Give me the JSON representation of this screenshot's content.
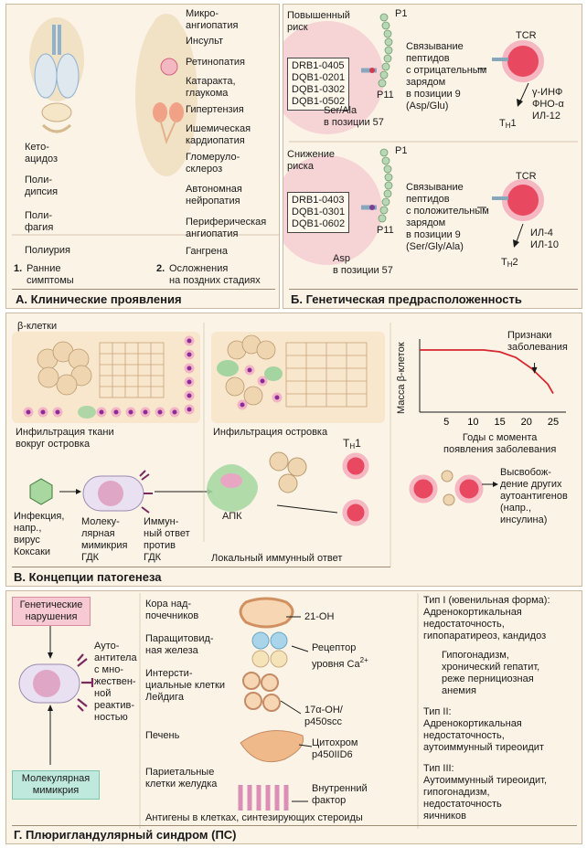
{
  "panelA": {
    "caption": "А. Клинические проявления",
    "early": [
      "Кето-\nацидоз",
      "Поли-\nдипсия",
      "Поли-\nфагия",
      "Полиурия"
    ],
    "late": [
      "Микро-\nангиопатия",
      "Инсульт",
      "Ретинопатия",
      "Катаракта,\nглаукома",
      "Гипертензия",
      "Ишемическая\nкардиопатия",
      "Гломеруло-\nсклероз",
      "Автономная\nнейропатия",
      "Периферическая\nангиопатия",
      "Гангрена"
    ],
    "note1_num": "1.",
    "note1": "Ранние\nсимптомы",
    "note2_num": "2.",
    "note2": "Осложнения\nна поздних стадиях"
  },
  "panelB": {
    "caption": "Б. Генетическая предрасположенность",
    "top": {
      "risk": "Повышенный\nриск",
      "alleles": "DRB1-0405\nDQB1-0201\nDQB1-0302\nDQB1-0502",
      "p1": "P1",
      "p11": "P11",
      "residue": "Ser/Ala\nв позиции 57",
      "binding": "Связывание\nпептидов\nс отрицательным\nзарядом\nв позиции 9\n(Asp/Glu)",
      "tcr": "TCR",
      "cytokines": "γ-ИНФ\nФНО-α\nИЛ-12",
      "th_main": "T",
      "th_sub": "H",
      "th_num": "1"
    },
    "bottom": {
      "risk": "Снижение\nриска",
      "alleles": "DRB1-0403\nDQB1-0301\nDQB1-0602",
      "p1": "P1",
      "p11": "P11",
      "residue": "Asp\nв позиции 57",
      "binding": "Связывание\nпептидов\nс положительным\nзарядом\nв позиции 9\n(Ser/Gly/Ala)",
      "tcr": "TCR",
      "cytokines": "ИЛ-4\nИЛ-10",
      "th_main": "T",
      "th_sub": "H",
      "th_num": "2"
    }
  },
  "panelC": {
    "caption": "В. Концепции патогенеза",
    "beta": "β-клетки",
    "infil1": "Инфильтрация ткани\nвокруг островка",
    "infil2": "Инфильтрация островка",
    "infection": "Инфекция,\nнапр.,\nвирус\nКоксаки",
    "mimicry": "Молеку-\nлярная\nмимикрия\nГДК",
    "immune": "Иммун-\nный ответ\nпротив\nГДК",
    "apc": "АПК",
    "th_main": "T",
    "th_sub": "H",
    "th_num": "1",
    "local": "Локальный иммунный ответ",
    "release": "Высвобож-\nдение других\nаутоантигенов\n(напр.,\nинсулина)"
  },
  "chart_data": {
    "type": "line",
    "title": "",
    "xlabel": "Годы с момента\nпоявления заболевания",
    "ylabel": "Масса β-клеток",
    "x_ticks": [
      5,
      10,
      15,
      20,
      25
    ],
    "xlim": [
      0,
      25
    ],
    "series": [
      {
        "x": [
          0,
          12,
          15,
          18,
          21,
          24,
          25
        ],
        "y": [
          100,
          100,
          97,
          88,
          70,
          45,
          30
        ]
      }
    ],
    "annotation": "Признаки\nзаболевания"
  },
  "panelD": {
    "caption": "Г. Плюригландулярный синдром (ПС)",
    "genetic": "Генетические\nнарушения",
    "molecular": "Молекулярная\nмимикрия",
    "autoab": "Ауто-\nантитела\nс мно-\nжествен-\nной\nреактив-\nностью",
    "organs": [
      "Кора над-\nпочечников",
      "Паращитовид-\nная железа",
      "Интерсти-\nциальные клетки\nЛейдига",
      "Печень",
      "Париетальные\nклетки желудка"
    ],
    "antigens": [
      "21-OH",
      "Рецептор\nуровня Ca",
      "17α-OH/\np450scc",
      "Цитохром\np450IID6",
      "Внутренний\nфактор"
    ],
    "ca_sup": "2+",
    "footer": "Антигены в клетках, синтезирующих стероиды",
    "types": [
      "Тип I (ювенильная форма):\nАдренокортикальная\nнедостаточность,\nгипопаратиреоз, кандидоз",
      "Гипогонадизм,\nхронический гепатит,\nреже пернициозная\nанемия",
      "Тип II:\nАдренокортикальная\nнедостаточность,\nаутоиммунный тиреоидит",
      "Тип III:\nАутоиммунный тиреоидит,\nгипогонадизм,\nнедостаточность\nяичников"
    ]
  }
}
